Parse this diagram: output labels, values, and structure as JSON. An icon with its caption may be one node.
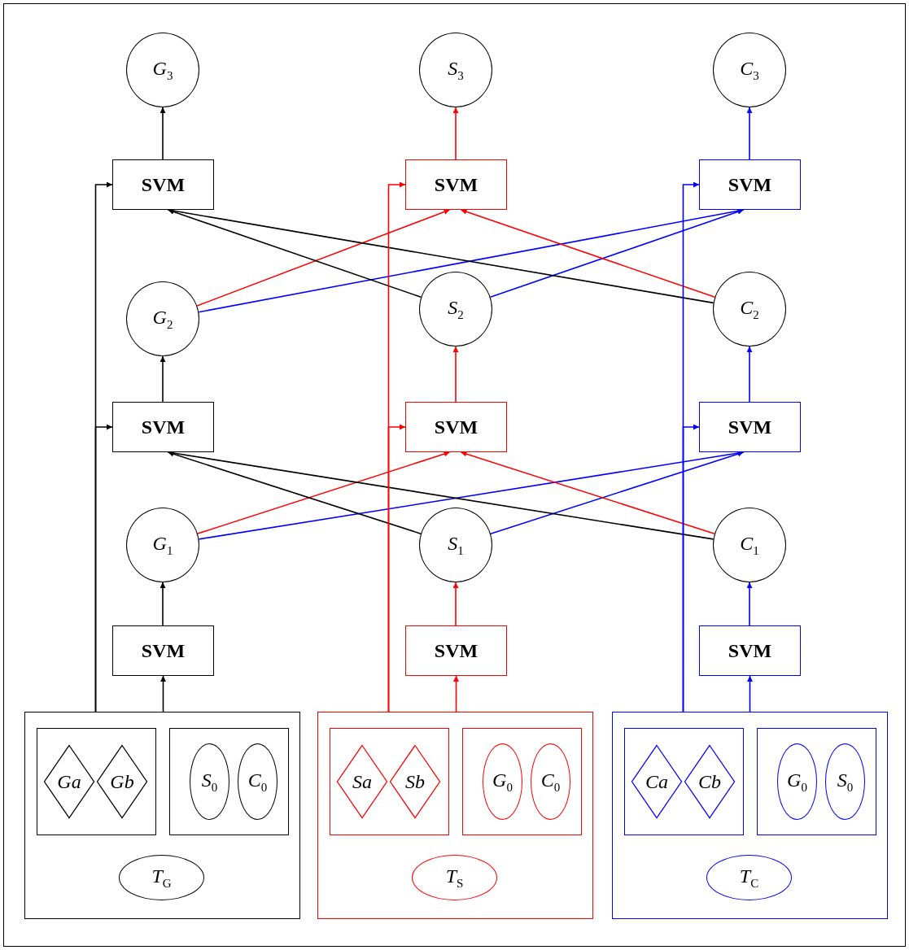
{
  "diagram": {
    "nodes": [
      {
        "text": [
          "G$_{3}$"
        ]
      },
      {
        "text": [
          "S$_{3}$"
        ]
      },
      {
        "text": [
          "C$_{3}$"
        ]
      },
      {
        "text": [
          "SVM"
        ]
      },
      {
        "text": [
          "SVM"
        ]
      },
      {
        "text": [
          "SVM"
        ]
      },
      {
        "text": [
          "G$_{2}$"
        ]
      },
      {
        "text": [
          "S$_{2}$"
        ]
      },
      {
        "text": [
          "C$_{2}$"
        ]
      },
      {
        "text": [
          "SVM"
        ]
      },
      {
        "text": [
          "SVM"
        ]
      },
      {
        "text": [
          "SVM"
        ]
      },
      {
        "text": [
          "G$_{1}$"
        ]
      },
      {
        "text": [
          "S$_{1}$"
        ]
      },
      {
        "text": [
          "C$_{1}$"
        ]
      },
      {
        "text": [
          "SVM"
        ]
      },
      {
        "text": [
          "SVM"
        ]
      },
      {
        "text": [
          "SVM"
        ]
      },
      {
        "text": [],
        "shape": "box"
      },
      {
        "text": [],
        "shape": "box",
        "in": 18
      },
      {
        "text": [
          "Ga"
        ],
        "in": 19
      },
      {
        "text": [
          "Gb"
        ],
        "in": 19
      },
      {
        "text": [],
        "shape": "box",
        "in": 18
      },
      {
        "text": [
          "S$_{0}$"
        ],
        "in": 22
      },
      {
        "text": [
          "C$_{0}$"
        ],
        "in": 22
      },
      {
        "text": [
          "T$_{G}$"
        ],
        "in": 18
      },
      {
        "text": [],
        "shape": "box"
      },
      {
        "text": [],
        "shape": "box",
        "in": 26
      },
      {
        "text": [
          "Sa"
        ],
        "in": 27
      },
      {
        "text": [
          "Sb"
        ],
        "in": 27
      },
      {
        "text": [],
        "shape": "box",
        "in": 26
      },
      {
        "text": [
          "G$_{0}$"
        ],
        "in": 30
      },
      {
        "text": [
          "C$_{0}$"
        ],
        "in": 30
      },
      {
        "text": [
          "T$_{S}$"
        ],
        "in": 26
      },
      {
        "text": [],
        "shape": "box"
      },
      {
        "text": [],
        "shape": "box",
        "in": 34
      },
      {
        "text": [
          "Ca"
        ],
        "in": 35
      },
      {
        "text": [
          "Cb"
        ],
        "in": 35
      },
      {
        "text": [],
        "shape": "box",
        "in": 34
      },
      {
        "text": [
          "G$_{0}$"
        ],
        "in": 38
      },
      {
        "text": [
          "S$_{0}$"
        ],
        "in": 38
      },
      {
        "text": [
          "T$_{C}$"
        ],
        "in": 34
      }
    ],
    "edges": [
      {
        "from": 3,
        "to": 0,
        "arrow": "to"
      },
      {
        "from": 4,
        "to": 1,
        "arrow": "to",
        "color": "#ff0000"
      },
      {
        "from": 5,
        "to": 2,
        "arrow": "to",
        "color": "#0000ff"
      },
      {
        "from": 6,
        "to": 4,
        "arrow": "to",
        "color": "#ff0000"
      },
      {
        "from": 6,
        "to": 5,
        "arrow": "to",
        "color": "#0000ff"
      },
      {
        "from": 7,
        "to": 3,
        "arrow": "to"
      },
      {
        "from": 7,
        "to": 5,
        "arrow": "to",
        "color": "#0000ff"
      },
      {
        "from": 8,
        "to": 3,
        "arrow": "to"
      },
      {
        "from": 8,
        "to": 4,
        "arrow": "to",
        "color": "#ff0000"
      },
      {
        "from": 9,
        "to": 6,
        "arrow": "to"
      },
      {
        "from": 10,
        "to": 7,
        "arrow": "to",
        "color": "#ff0000"
      },
      {
        "from": 11,
        "to": 8,
        "arrow": "to",
        "color": "#0000ff"
      },
      {
        "from": 12,
        "to": 10,
        "arrow": "to",
        "color": "#ff0000"
      },
      {
        "from": 12,
        "to": 11,
        "arrow": "to",
        "color": "#0000ff"
      },
      {
        "from": 13,
        "to": 9,
        "arrow": "to"
      },
      {
        "from": 13,
        "to": 11,
        "arrow": "to",
        "color": "#0000ff"
      },
      {
        "from": 14,
        "to": 9,
        "arrow": "to"
      },
      {
        "from": 14,
        "to": 10,
        "arrow": "to",
        "color": "#ff0000"
      },
      {
        "from": 15,
        "to": 12,
        "arrow": "to"
      },
      {
        "from": 16,
        "to": 13,
        "arrow": "to",
        "color": "#ff0000"
      },
      {
        "from": 17,
        "to": 14,
        "arrow": "to",
        "color": "#0000ff"
      },
      {
        "from": 18,
        "to": 15,
        "arrow": "to"
      },
      {
        "from": 26,
        "to": 16,
        "arrow": "to",
        "color": "#ff0000"
      },
      {
        "from": 34,
        "to": 17,
        "arrow": "to",
        "color": "#0000ff"
      },
      {
        "from": 19,
        "to": 9,
        "arrow": "to"
      },
      {
        "from": 19,
        "to": 3,
        "arrow": "to"
      },
      {
        "from": 27,
        "to": 10,
        "arrow": "to",
        "color": "#ff0000"
      },
      {
        "from": 27,
        "to": 4,
        "arrow": "to",
        "color": "#ff0000"
      },
      {
        "from": 35,
        "to": 11,
        "arrow": "to",
        "color": "#0000ff"
      },
      {
        "from": 35,
        "to": 5,
        "arrow": "to",
        "color": "#0000ff"
      }
    ]
  }
}
